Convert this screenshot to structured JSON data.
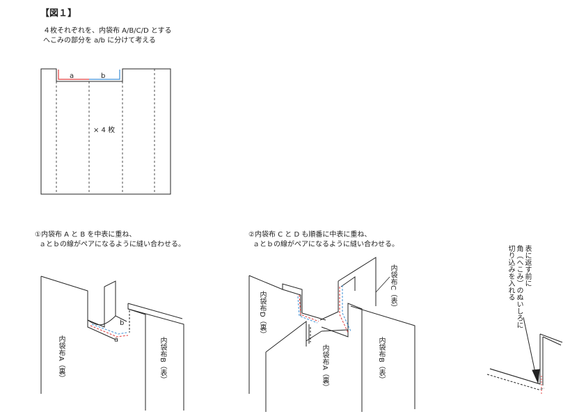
{
  "title": "【図１】",
  "intro": {
    "line1": "４枚それぞれを、内袋布 A/B/C/D とする",
    "line2": "へこみの部分を a/b に分けて考える"
  },
  "fig1": {
    "label_a": "a",
    "label_b": "b",
    "count": "× 4 枚"
  },
  "step1": {
    "line1": "①内袋布 A と B を中表に重ね、",
    "line2": "ａとｂの線がペアになるように縫い合わせる。",
    "label_b": "b",
    "label_a": "a",
    "panel_a": "内袋布A（裏）",
    "panel_b": "内袋布B（表）"
  },
  "step2": {
    "line1": "②内袋布 C と D も順番に中表に重ね、",
    "line2": "ａとｂの線がペアになるように縫い合わせる。",
    "panel_d": "内袋布D（裏）",
    "panel_c": "内袋布C（表）",
    "panel_a": "内袋布A（裏）",
    "panel_b": "内袋布B（表）"
  },
  "note": {
    "col1": "表に返す前に",
    "col2": "角（へこみ）のぬいしろに",
    "col3": "切り込みを入れる"
  },
  "colors": {
    "line": "#222222",
    "seam_red": "#e03c3c",
    "seam_blue": "#3c8fd6"
  }
}
